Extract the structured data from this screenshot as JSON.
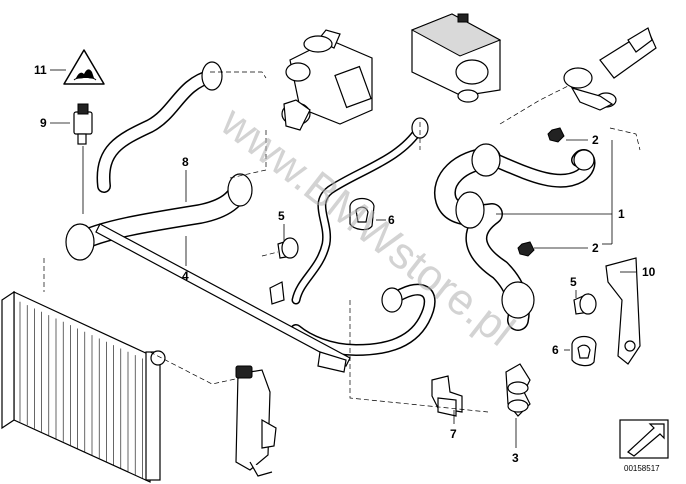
{
  "diagram": {
    "watermark": "www.BMWstore.pl",
    "reference_number": "00158517",
    "callouts": [
      {
        "id": "1",
        "label": "1"
      },
      {
        "id": "2a",
        "label": "2"
      },
      {
        "id": "2b",
        "label": "2"
      },
      {
        "id": "3",
        "label": "3"
      },
      {
        "id": "4",
        "label": "4"
      },
      {
        "id": "5a",
        "label": "5"
      },
      {
        "id": "5b",
        "label": "5"
      },
      {
        "id": "6a",
        "label": "6"
      },
      {
        "id": "6b",
        "label": "6"
      },
      {
        "id": "7",
        "label": "7"
      },
      {
        "id": "8",
        "label": "8"
      },
      {
        "id": "9",
        "label": "9"
      },
      {
        "id": "10",
        "label": "10"
      },
      {
        "id": "11",
        "label": "11"
      }
    ],
    "icons": [
      "hot-surface-warning-icon",
      "direction-arrow-icon"
    ],
    "colors": {
      "line": "#000000",
      "watermark": "#b0b0b0",
      "background": "#ffffff"
    }
  }
}
